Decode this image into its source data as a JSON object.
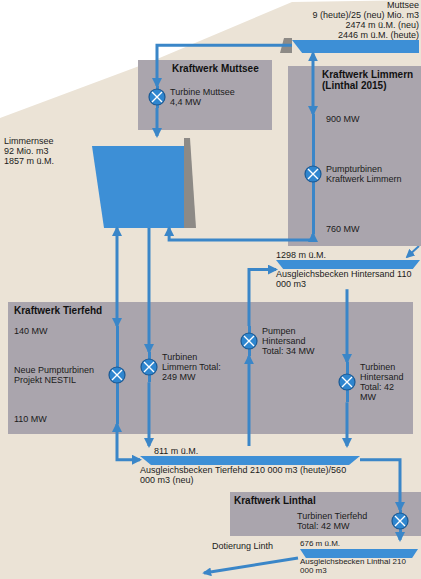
{
  "diagram": {
    "nodes": [
      {
        "text": [
          "Muttsee",
          "9 (heute)/25 (neu) Mio. m3",
          "2474 m ü.M. (neu)",
          "2446 m ü.M. (heute)"
        ]
      },
      {
        "text": [
          "Kraftwerk Muttsee"
        ]
      },
      {
        "text": [
          "Turbine Muttsee 4,4 MW"
        ],
        "in": 1
      },
      {
        "text": [
          "Kraftwerk Limmern (Linthal 2015)"
        ]
      },
      {
        "text": [
          "900 MW",
          "Pumpturbinen Kraftwerk Limmern",
          "760 MW"
        ],
        "in": 3
      },
      {
        "text": [
          "Limmernsee 92 Mio. m3 1857 m ü.M."
        ]
      },
      {
        "text": [
          "1298 m ü.M.",
          "Ausgleichsbecken Hintersand 110 000 m3"
        ]
      },
      {
        "text": [
          "Kraftwerk Tierfehd"
        ]
      },
      {
        "text": [
          "140 MW",
          "Neue Pumpturbinen Projekt NESTIL",
          "110 MW"
        ],
        "in": 7
      },
      {
        "text": [
          "Turbinen Limmern Total: 249 MW"
        ],
        "in": 7
      },
      {
        "text": [
          "Pumpen Hintersand Total: 34 MW"
        ],
        "in": 7
      },
      {
        "text": [
          "Turbinen Hintersand Total: 42 MW"
        ],
        "in": 7
      },
      {
        "text": [
          "811 m ü.M.",
          "Ausgleichsbecken Tierfehd 210 000 m3 (heute)/560 000 m3 (neu)"
        ]
      },
      {
        "text": [
          "Kraftwerk Linthal"
        ]
      },
      {
        "text": [
          "Turbinen Tierfehd Total: 42 MW"
        ],
        "in": 13
      },
      {
        "text": [
          "676 m ü.M.",
          "Ausgleichsbecken Linthal 210 000 m3"
        ]
      }
    ],
    "edges": [
      {
        "from": 0,
        "to": 2,
        "arrow": "to"
      },
      {
        "from": 2,
        "to": 5,
        "arrow": "to"
      },
      {
        "from": 0,
        "to": 4,
        "arrow": "both"
      },
      {
        "from": 4,
        "to": 5,
        "arrow": "both"
      },
      {
        "from": 5,
        "to": 9,
        "arrow": "to"
      },
      {
        "from": 5,
        "to": 8,
        "arrow": "both"
      },
      {
        "from": 9,
        "to": 12,
        "arrow": "to"
      },
      {
        "from": 8,
        "to": 12,
        "arrow": "both"
      },
      {
        "from": 10,
        "to": 6,
        "arrow": "to"
      },
      {
        "from": 6,
        "to": 11,
        "arrow": "to"
      },
      {
        "from": 11,
        "to": 12,
        "arrow": "to"
      },
      {
        "from": 12,
        "to": 10,
        "arrow": "to"
      },
      {
        "from": 12,
        "to": 14,
        "arrow": "to"
      },
      {
        "from": 14,
        "to": 15,
        "arrow": "to"
      }
    ],
    "labels": [
      "Dotierung Linth"
    ]
  }
}
